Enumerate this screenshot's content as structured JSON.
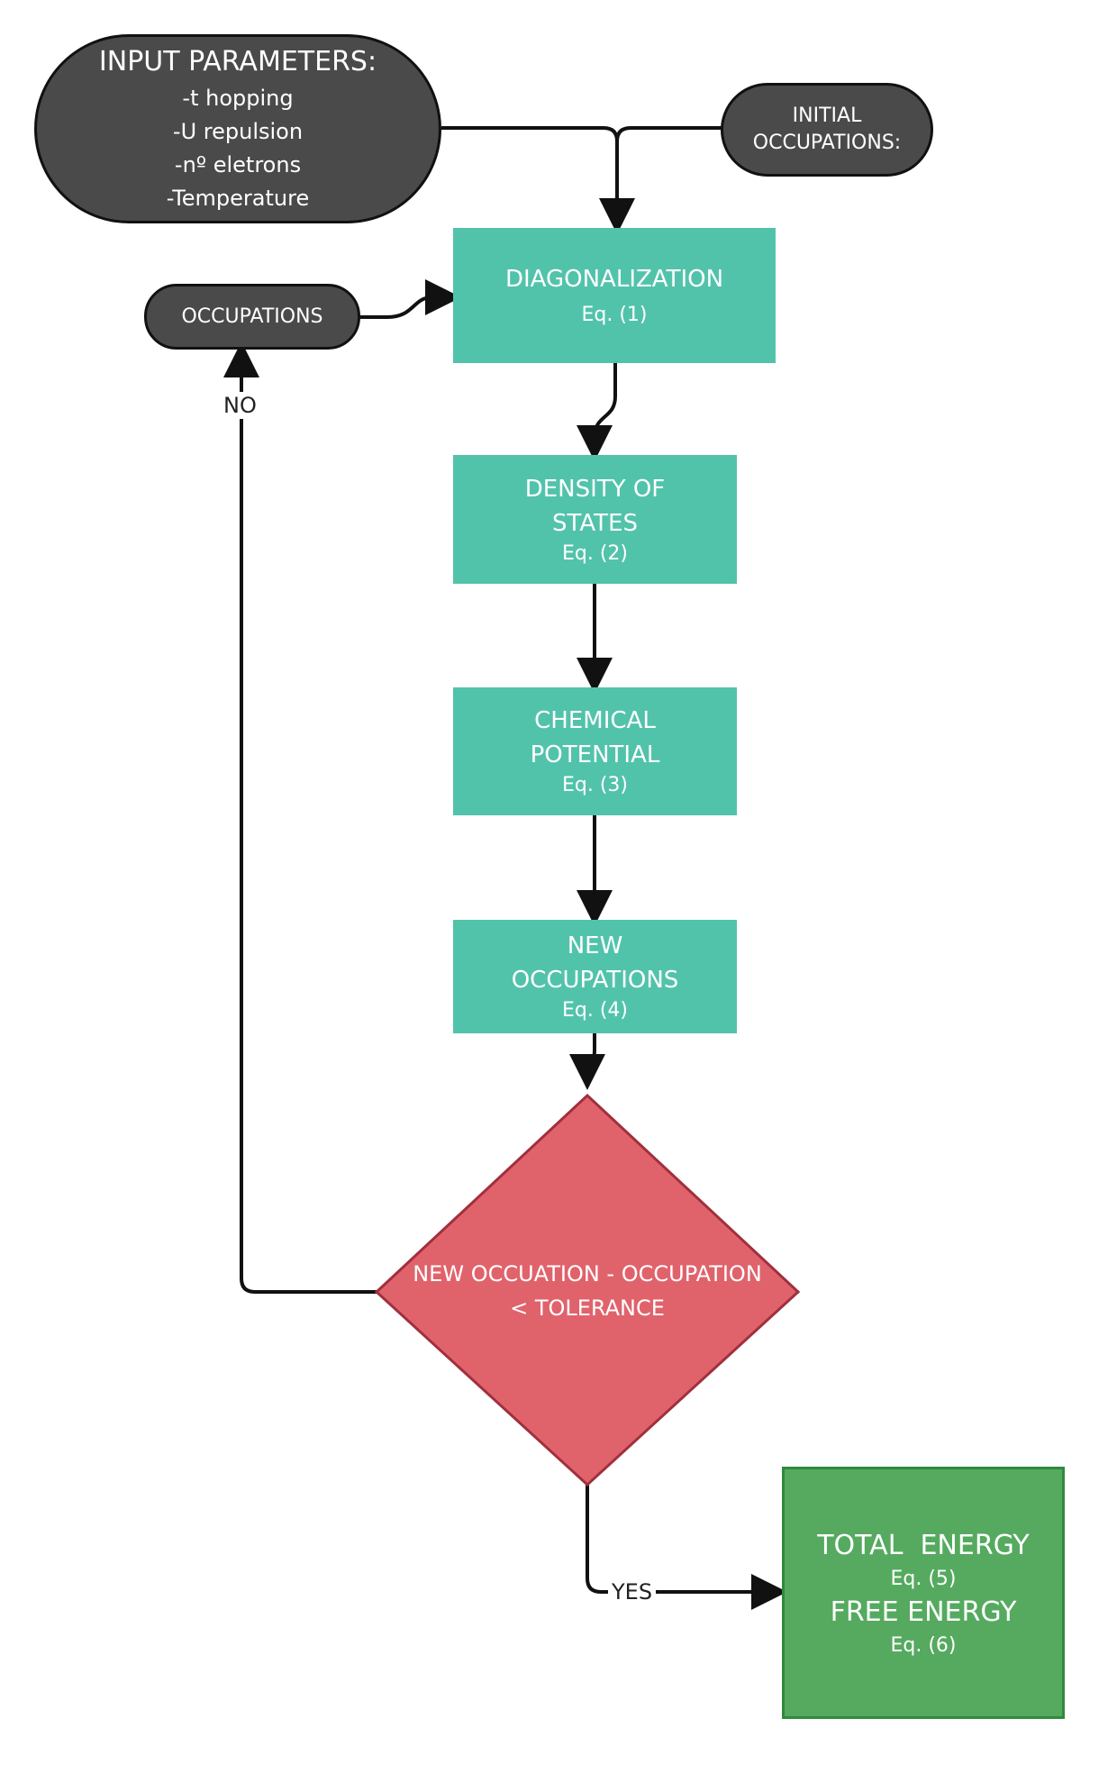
{
  "colors": {
    "pill_fill": "#4a4a4a",
    "teal": "#52c3ab",
    "diamond": "#e0636c",
    "green": "#55aa60",
    "connector": "#111111"
  },
  "input_parameters": {
    "title": "INPUT PARAMETERS:",
    "lines": [
      "-t hopping",
      "-U repulsion",
      "-nº eletrons",
      "-Temperature"
    ]
  },
  "initial_occupations": {
    "line1": "INITIAL",
    "line2": "OCCUPATIONS:"
  },
  "occupations": {
    "label": "OCCUPATIONS"
  },
  "diagonalization": {
    "title": "DIAGONALIZATION",
    "eq": "Eq. (1)"
  },
  "density_of_states": {
    "line1": "DENSITY OF",
    "line2": "STATES",
    "eq": "Eq. (2)"
  },
  "chemical_potential": {
    "line1": "CHEMICAL",
    "line2": "POTENTIAL",
    "eq": "Eq. (3)"
  },
  "new_occupations": {
    "line1": "NEW",
    "line2": "OCCUPATIONS",
    "eq": "Eq. (4)"
  },
  "decision": {
    "line1": "NEW OCCUATION - OCCUPATION",
    "line2": "< TOLERANCE"
  },
  "labels": {
    "no": "NO",
    "yes": "YES"
  },
  "result": {
    "total_energy": "TOTAL  ENERGY",
    "total_eq": "Eq. (5)",
    "free_energy": "FREE ENERGY",
    "free_eq": "Eq. (6)"
  }
}
